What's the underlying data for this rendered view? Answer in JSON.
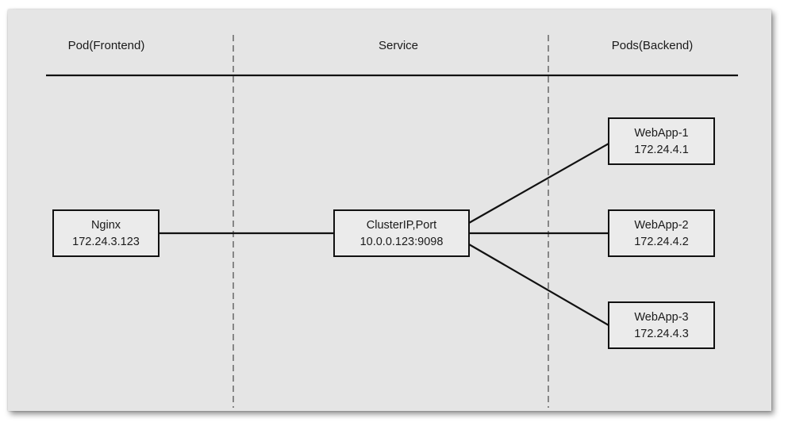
{
  "columns": {
    "frontend": "Pod(Frontend)",
    "service": "Service",
    "backend": "Pods(Backend)"
  },
  "nodes": {
    "nginx": {
      "name": "Nginx",
      "address": "172.24.3.123"
    },
    "service": {
      "name": "ClusterIP,Port",
      "address": "10.0.0.123:9098"
    },
    "webapp1": {
      "name": "WebApp-1",
      "address": "172.24.4.1"
    },
    "webapp2": {
      "name": "WebApp-2",
      "address": "172.24.4.2"
    },
    "webapp3": {
      "name": "WebApp-3",
      "address": "172.24.4.3"
    }
  },
  "colors": {
    "background": "#e5e5e5",
    "stroke": "#111111",
    "divider": "#666666"
  }
}
